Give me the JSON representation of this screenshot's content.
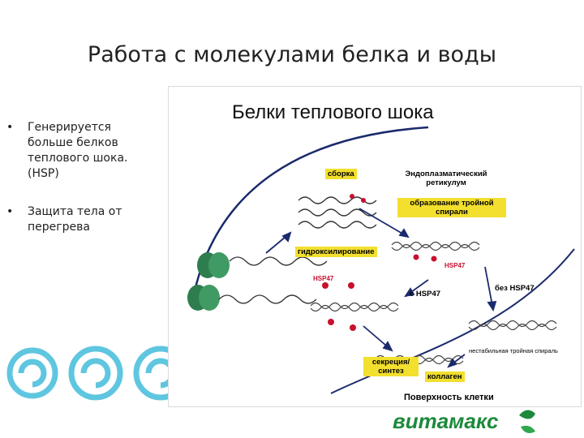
{
  "slide": {
    "title": "Работа с молекулами белка и воды",
    "bullets": [
      "Генерируется больше белков теплового шока. (HSP)",
      "Защита тела от перегрева"
    ],
    "bullet_marker": "•"
  },
  "figure": {
    "title": "Белки теплового шока",
    "labels": {
      "assembly": "сборка",
      "er": "Эндоплазматический\nретикулум",
      "triple_helix": "образование тройной\nспирали",
      "hydroxylation": "гидроксилирование",
      "with_hsp47": "с HSP47",
      "without_hsp47": "без HSP47",
      "unstable_helix": "нестабильная тройная спираль",
      "secretion": "секреция/\nсинтез",
      "collagen": "коллаген",
      "cell_surface": "Поверхность клетки",
      "hsp47_a": "HSP47",
      "hsp47_b": "HSP47"
    }
  },
  "logo": {
    "text": "витамакс"
  },
  "colors": {
    "box": "#f2df2e",
    "arrow": "#1a2a6c",
    "red_dot": "#c8102e",
    "logo": "#1b8a3a",
    "swirl": "#5fc6e0"
  }
}
